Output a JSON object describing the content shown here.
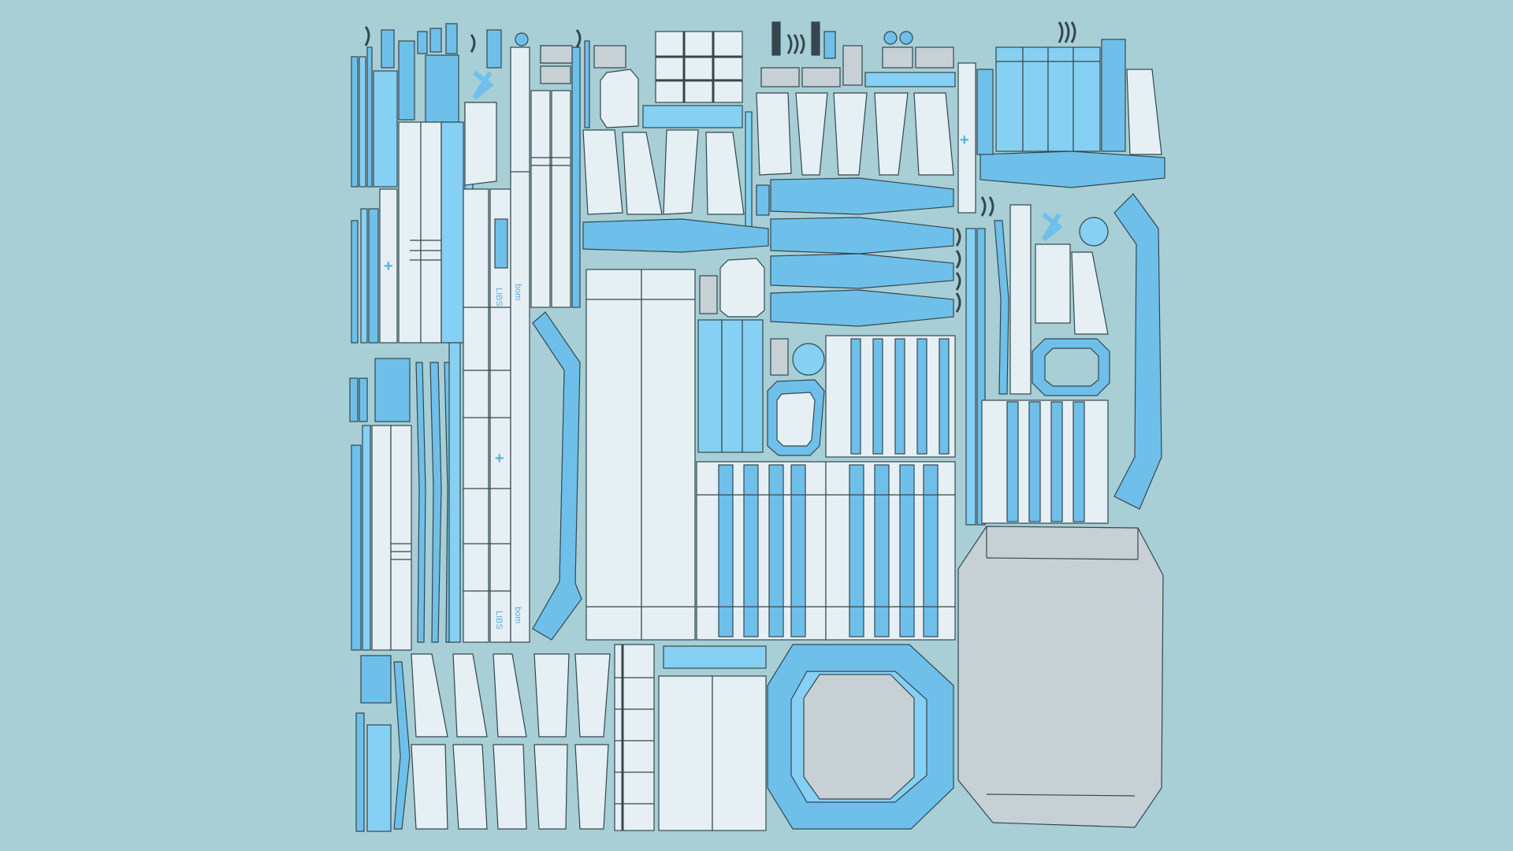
{
  "sheet": {
    "background": "#a7cfd5",
    "colors": {
      "blue": "#6ec0ea",
      "blue_light": "#86d0f3",
      "blue_pale": "#cfe9f6",
      "white": "#e6eff3",
      "grey": "#c7d1d5",
      "outline": "#34474f"
    }
  },
  "labels": {
    "strip_mark_top": "LIBS",
    "strip_mark_top_2": "bom",
    "strip_mark_bottom": "LIBS",
    "strip_mark_bottom_2": "bom",
    "plus_mark": "+"
  }
}
